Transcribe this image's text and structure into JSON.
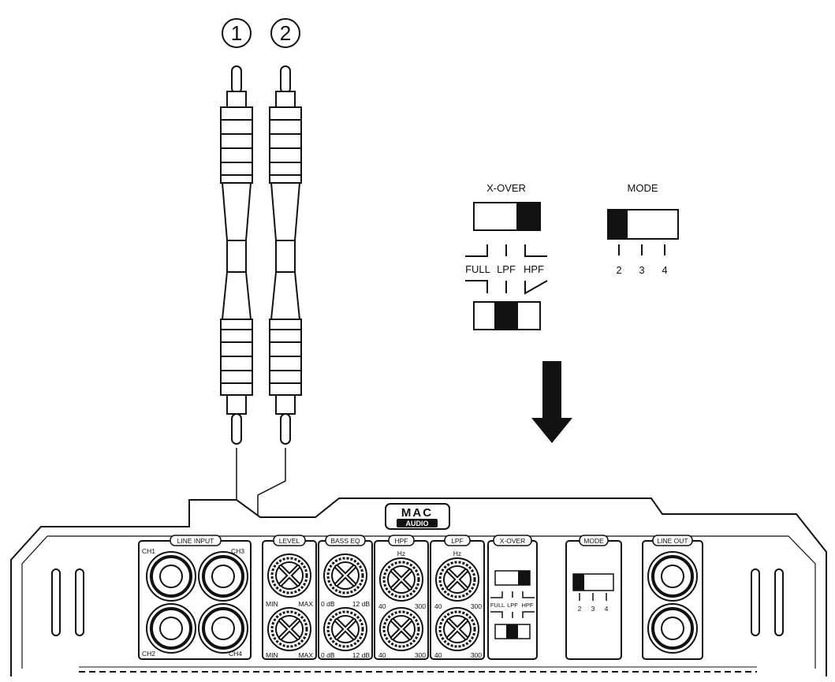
{
  "callouts": {
    "one": "1",
    "two": "2"
  },
  "xover_detail": {
    "title": "X-OVER",
    "positions": [
      "FULL",
      "LPF",
      "HPF"
    ]
  },
  "mode_detail": {
    "title": "MODE",
    "positions": [
      "2",
      "3",
      "4"
    ]
  },
  "brand": {
    "line1": "MAC",
    "line2": "AUDIO"
  },
  "panel": {
    "line_input": {
      "title": "LINE INPUT",
      "ch1": "CH1",
      "ch2": "CH2",
      "ch3": "CH3",
      "ch4": "CH4"
    },
    "level": {
      "title": "LEVEL",
      "min": "MIN",
      "max": "MAX"
    },
    "bass_eq": {
      "title": "BASS EQ",
      "min": "0 dB",
      "max": "12 dB"
    },
    "hpf": {
      "title": "HPF",
      "unit": "Hz",
      "min": "40",
      "max": "300"
    },
    "lpf": {
      "title": "LPF",
      "unit": "Hz",
      "min": "40",
      "max": "300"
    },
    "xover": {
      "title": "X-OVER",
      "full": "FULL",
      "lpf": "LPF",
      "hpf": "HPF"
    },
    "mode": {
      "title": "MODE",
      "p2": "2",
      "p3": "3",
      "p4": "4"
    },
    "line_out": {
      "title": "LINE OUT"
    }
  },
  "colors": {
    "ink": "#111111",
    "paper": "#ffffff",
    "shade": "#d9d9d9"
  }
}
